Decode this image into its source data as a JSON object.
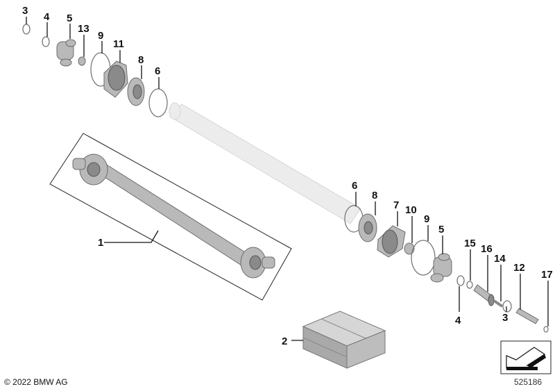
{
  "diagram": {
    "callouts": {
      "top_3": "3",
      "top_4": "4",
      "top_5": "5",
      "top_13": "13",
      "top_9": "9",
      "top_11": "11",
      "top_8": "8",
      "top_6": "6",
      "shaft_1": "1",
      "mid_6": "6",
      "mid_8": "8",
      "mid_7": "7",
      "mid_10": "10",
      "mid_9": "9",
      "mid_5": "5",
      "r_15": "15",
      "r_16": "16",
      "r_14": "14",
      "r_12": "12",
      "r_17": "17",
      "r_4": "4",
      "r_3": "3",
      "box_2": "2"
    },
    "copyright": "© 2022 BMW AG",
    "reference_number": "525186"
  }
}
